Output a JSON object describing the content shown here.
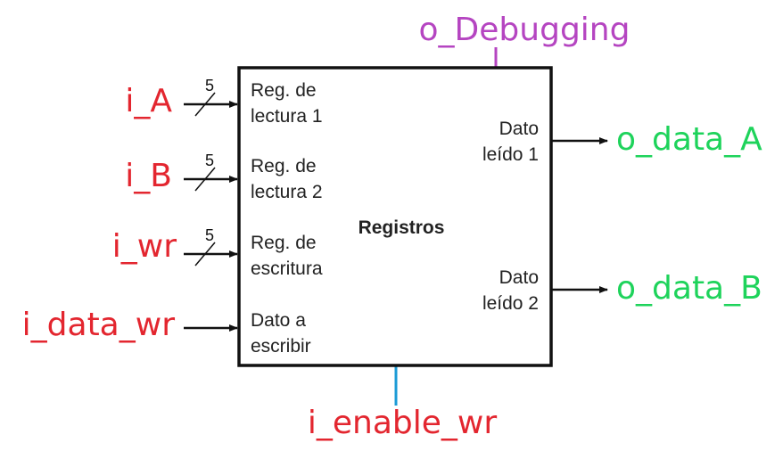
{
  "block": {
    "title": "Registros",
    "ports_in": [
      {
        "line1": "Reg. de",
        "line2": "lectura 1"
      },
      {
        "line1": "Reg. de",
        "line2": "lectura 2"
      },
      {
        "line1": "Reg. de",
        "line2": "escritura"
      },
      {
        "line1": "Dato a",
        "line2": "escribir"
      }
    ],
    "ports_out": [
      {
        "line1": "Dato",
        "line2": "leído 1"
      },
      {
        "line1": "Dato",
        "line2": "leído 2"
      }
    ]
  },
  "signals_in": [
    {
      "label": "i_A",
      "bus_width": "5"
    },
    {
      "label": "i_B",
      "bus_width": "5"
    },
    {
      "label": "i_wr",
      "bus_width": "5"
    },
    {
      "label": "i_data_wr"
    }
  ],
  "signals_out": [
    {
      "label": "o_data_A"
    },
    {
      "label": "o_data_B"
    }
  ],
  "debug_signal": {
    "label": "o_Debugging"
  },
  "enable_signal": {
    "label": "i_enable_wr"
  },
  "colors": {
    "input_label": "#e3262f",
    "output_label": "#1ed35b",
    "debug_label": "#b545c1",
    "debug_wire": "#b545c1",
    "enable_wire": "#1b9bd6",
    "box_stroke": "#111111",
    "wire": "#111111"
  }
}
